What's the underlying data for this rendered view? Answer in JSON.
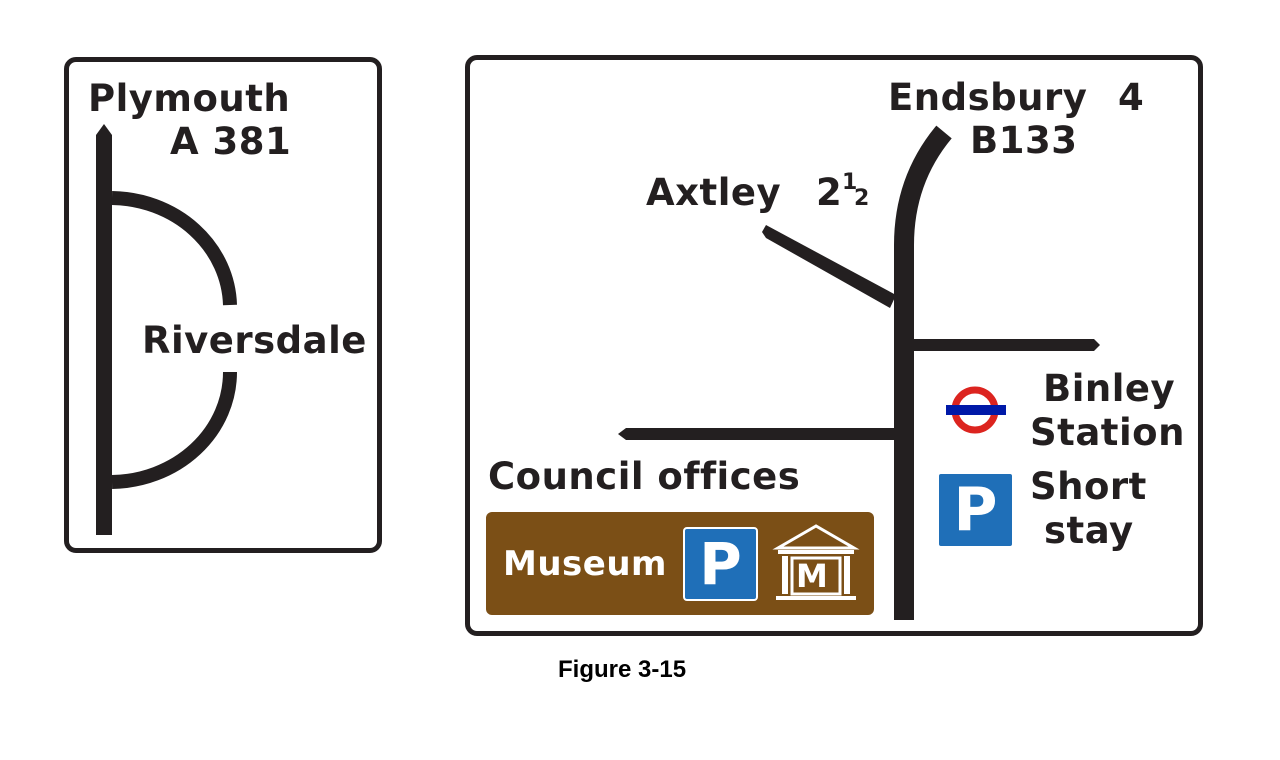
{
  "left_sign": {
    "destination": "Plymouth",
    "route": "A 381",
    "loop_label": "Riversdale"
  },
  "right_sign": {
    "top_destination": "Endsbury",
    "top_distance": "4",
    "top_route": "B133",
    "left_branch_destination": "Axtley",
    "left_branch_distance_whole": "2",
    "left_branch_distance_num": "1",
    "left_branch_distance_den": "2",
    "council": "Council offices",
    "museum": "Museum",
    "parking_symbol": "P",
    "museum_symbol": "M",
    "station_line1": "Binley",
    "station_line2": "Station",
    "short_stay_line1": "Short",
    "short_stay_line2": "stay"
  },
  "icons": {
    "underground": "underground-roundel-icon",
    "parking": "parking-icon",
    "museum": "museum-icon"
  },
  "colors": {
    "road": "#231f20",
    "tourist_brown": "#7b4f16",
    "parking_blue": "#1f6fb8",
    "underground_red": "#dc241f",
    "underground_blue": "#0019a8"
  },
  "caption": "Figure 3-15"
}
